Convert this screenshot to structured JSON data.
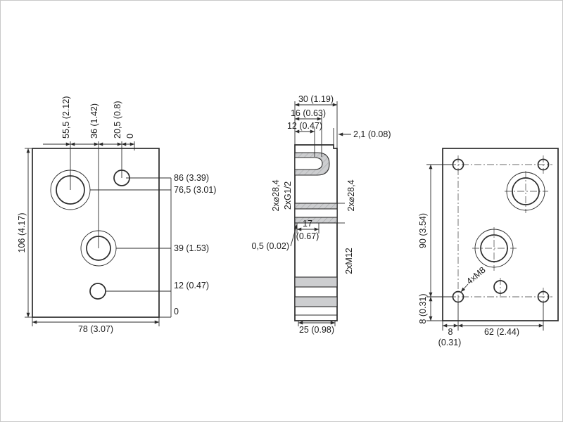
{
  "front": {
    "dim_top_1": "55,5 (2.12)",
    "dim_top_2": "36 (1.42)",
    "dim_top_3": "20,5 (0.8)",
    "dim_top_4": "0",
    "dim_right_1": "86 (3.39)",
    "dim_right_2": "76,5 (3.01)",
    "dim_right_3": "39 (1.53)",
    "dim_right_4": "12 (0.47)",
    "dim_right_5": "0",
    "dim_left": "106 (4.17)",
    "dim_bottom": "78 (3.07)"
  },
  "side": {
    "dim_width": "30 (1.19)",
    "dim_16": "16 (0.63)",
    "dim_12": "12 (0.47)",
    "dim_step": "2,1 (0.08)",
    "label_bore_left": "2x⌀28,4",
    "label_port": "2xG1/2",
    "label_bore_right": "2x⌀28,4",
    "dim_17_mm": "17",
    "dim_17_in": "(0.67)",
    "dim_gap": "0,5 (0.02)",
    "label_thread": "2xM12",
    "dim_25": "25 (0.98)"
  },
  "back": {
    "dim_height": "90 (3.54)",
    "dim_8_side": "8 (0.31)",
    "label_thread": "4xM8",
    "dim_8_mm": "8",
    "dim_8_in": "(0.31)",
    "dim_62": "62 (2.44)"
  }
}
